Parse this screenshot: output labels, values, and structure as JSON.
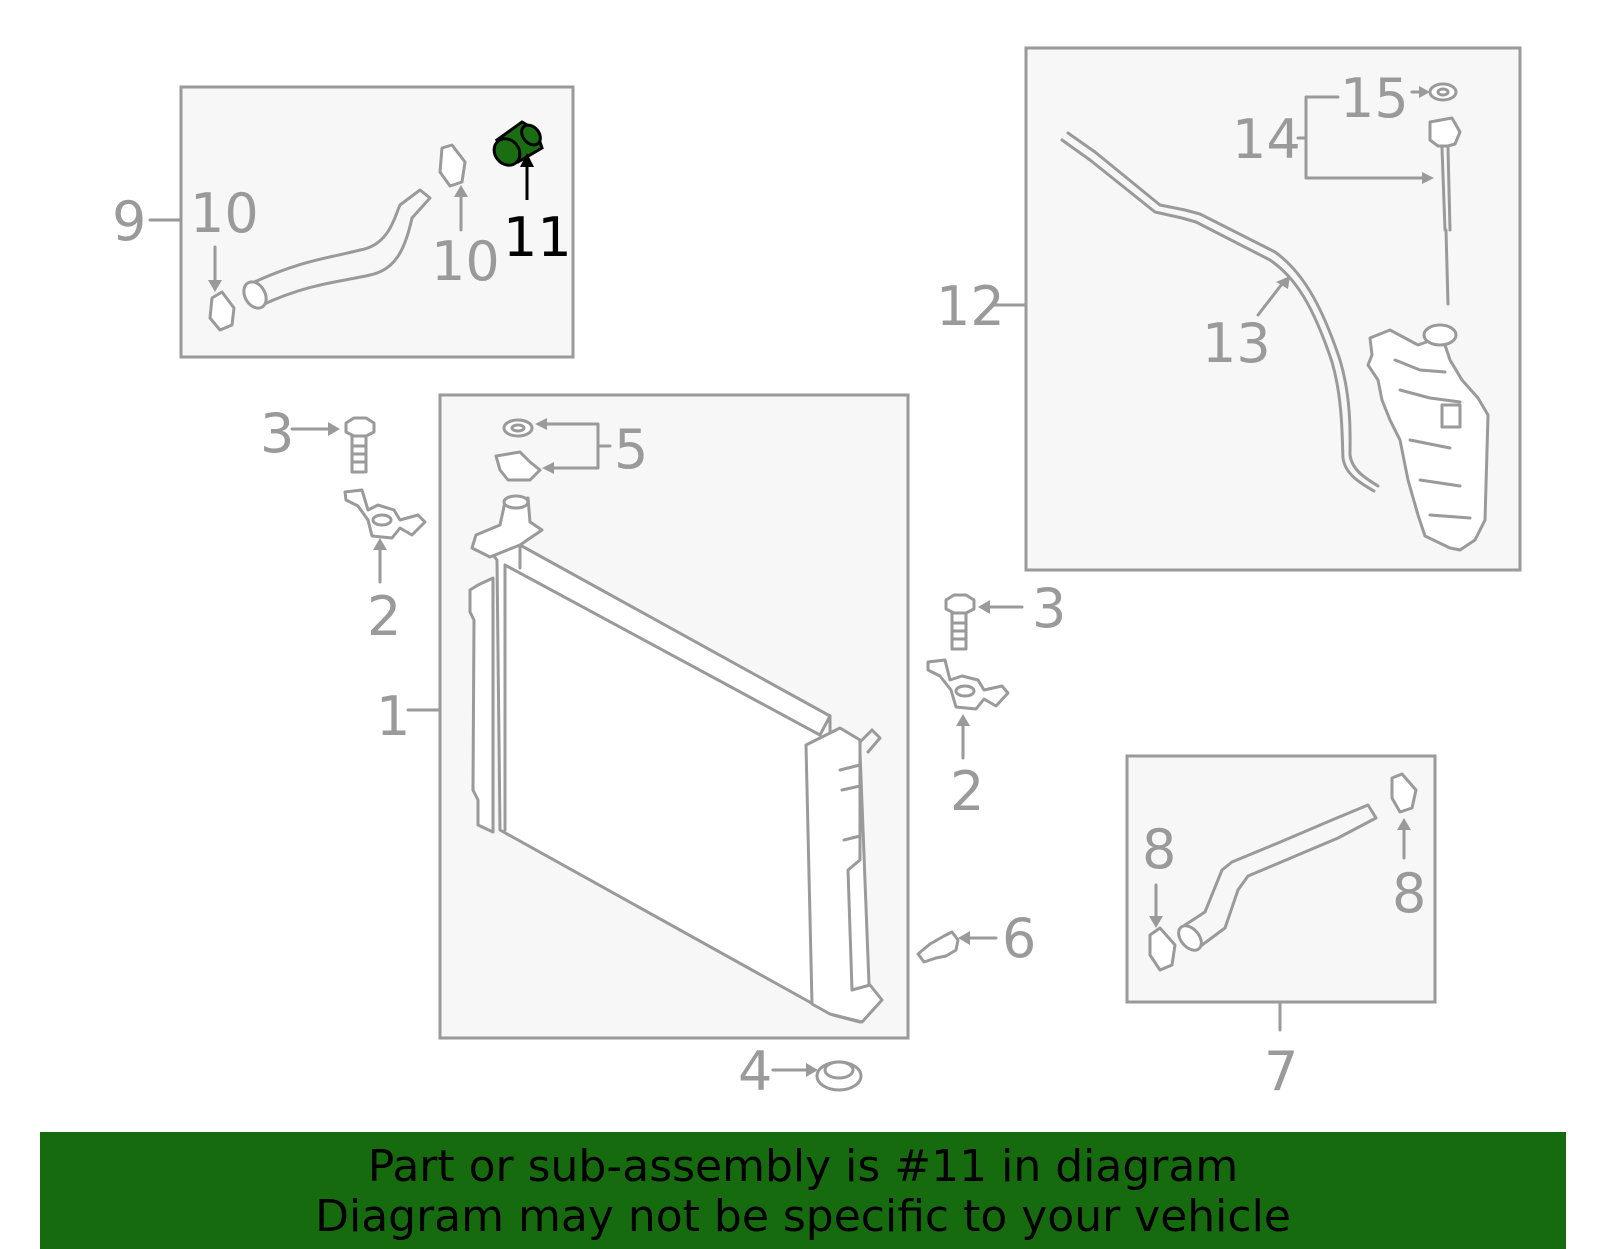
{
  "diagram": {
    "highlight_color": "#1b6d12",
    "highlighted_part": "11",
    "callouts": {
      "n1": "1",
      "n2a": "2",
      "n2b": "2",
      "n3a": "3",
      "n3b": "3",
      "n4": "4",
      "n5": "5",
      "n6": "6",
      "n7": "7",
      "n8a": "8",
      "n8b": "8",
      "n9": "9",
      "n10a": "10",
      "n10b": "10",
      "n11": "11",
      "n12": "12",
      "n13": "13",
      "n14": "14",
      "n15": "15"
    }
  },
  "banner": {
    "line1": "Part or sub-assembly is #11 in diagram",
    "line2": "Diagram may not be specific to your vehicle",
    "background": "#166b0f"
  }
}
